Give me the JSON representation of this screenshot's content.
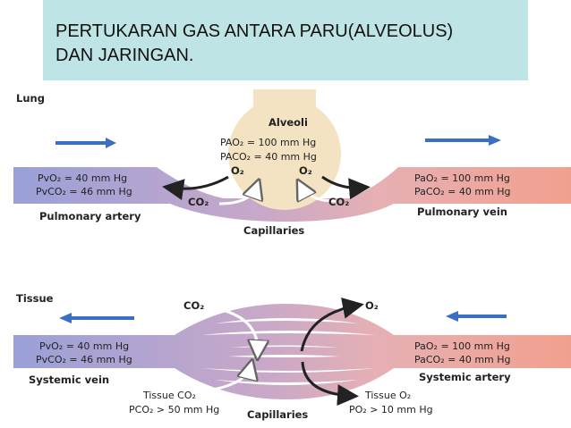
{
  "title": {
    "line1": "PERTUKARAN GAS ANTARA PARU(ALVEOLUS)",
    "line2": "DAN JARINGAN."
  },
  "lung": {
    "section_label": "Lung",
    "alveoli_label": "Alveoli",
    "pao2": "PAO₂ = 100 mm Hg",
    "paco2": "PACO₂ = 40 mm Hg",
    "o2_left": "O₂",
    "o2_right": "O₂",
    "co2_left": "CO₂",
    "co2_right": "CO₂",
    "left_po2": "PvO₂ = 40 mm Hg",
    "left_pco2": "PvCO₂ = 46 mm Hg",
    "right_po2": "PaO₂ = 100 mm Hg",
    "right_pco2": "PaCO₂ = 40 mm Hg",
    "left_vessel": "Pulmonary artery",
    "right_vessel": "Pulmonary vein",
    "capillaries": "Capillaries"
  },
  "tissue": {
    "section_label": "Tissue",
    "co2_top": "CO₂",
    "o2_top": "O₂",
    "left_po2": "PvO₂ = 40 mm Hg",
    "left_pco2": "PvCO₂ = 46 mm Hg",
    "right_po2": "PaO₂ = 100 mm Hg",
    "right_pco2": "PaCO₂ = 40 mm Hg",
    "left_vessel": "Systemic vein",
    "right_vessel": "Systemic artery",
    "tissue_co2": "Tissue CO₂",
    "tissue_pco2": "PCO₂ > 50 mm Hg",
    "tissue_o2": "Tissue O₂",
    "tissue_po2": "PO₂ > 10 mm Hg",
    "capillaries": "Capillaries"
  },
  "colors": {
    "venous": "#9aa0d8",
    "arterial": "#f2a08e",
    "alveoli": "#f3e3c3",
    "flow_arrow": "#3a6fc4",
    "title_bg": "#bfe4e6"
  }
}
